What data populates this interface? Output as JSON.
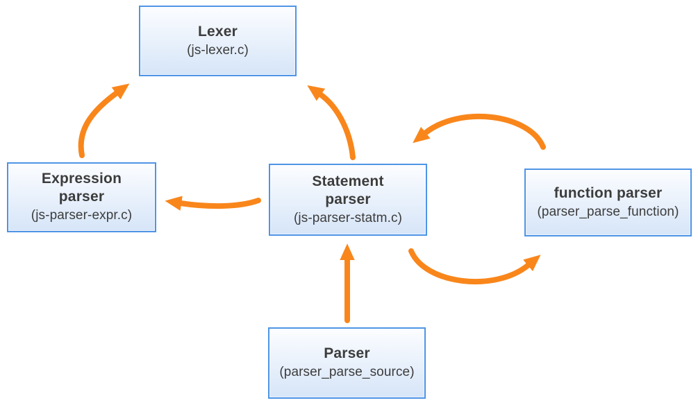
{
  "nodes": {
    "lexer": {
      "title": "Lexer",
      "subtitle": "(js-lexer.c)"
    },
    "expression_parser": {
      "title": "Expression parser",
      "subtitle": "(js-parser-expr.c)"
    },
    "statement_parser": {
      "title": "Statement parser",
      "subtitle": "(js-parser-statm.c)"
    },
    "function_parser": {
      "title": "function parser",
      "subtitle": "(parser_parse_function)"
    },
    "parser": {
      "title": "Parser",
      "subtitle": "(parser_parse_source)"
    }
  },
  "edges": [
    {
      "from": "expression_parser",
      "to": "lexer"
    },
    {
      "from": "statement_parser",
      "to": "lexer"
    },
    {
      "from": "statement_parser",
      "to": "expression_parser"
    },
    {
      "from": "function_parser",
      "to": "statement_parser"
    },
    {
      "from": "statement_parser",
      "to": "function_parser"
    },
    {
      "from": "parser",
      "to": "statement_parser"
    }
  ],
  "colors": {
    "background": "#FFFFFF",
    "box_border": "#4E94E6",
    "box_fill_top": "#FCFDFF",
    "box_fill_bottom": "#D6E5F8",
    "arrow": "#F9861B",
    "text": "#3C3C3C"
  }
}
